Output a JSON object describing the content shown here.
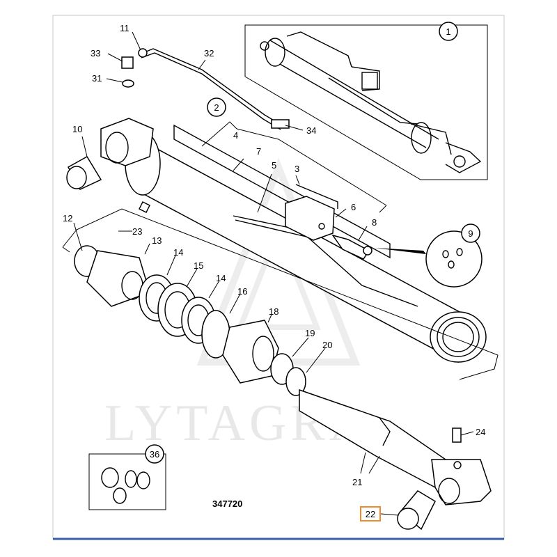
{
  "diagram": {
    "drawing_number": "347720",
    "watermark": "LYTAGRA",
    "highlighted_callout": "22",
    "highlight_color": "#f08a2c",
    "callouts": [
      {
        "id": "c1",
        "label": "1",
        "circled": true
      },
      {
        "id": "c2",
        "label": "2",
        "circled": true
      },
      {
        "id": "c3",
        "label": "3"
      },
      {
        "id": "c4",
        "label": "4"
      },
      {
        "id": "c5",
        "label": "5"
      },
      {
        "id": "c6",
        "label": "6"
      },
      {
        "id": "c7",
        "label": "7"
      },
      {
        "id": "c8",
        "label": "8"
      },
      {
        "id": "c9",
        "label": "9",
        "circled": true
      },
      {
        "id": "c10",
        "label": "10"
      },
      {
        "id": "c11",
        "label": "11"
      },
      {
        "id": "c12",
        "label": "12"
      },
      {
        "id": "c13",
        "label": "13"
      },
      {
        "id": "c14a",
        "label": "14"
      },
      {
        "id": "c14b",
        "label": "14"
      },
      {
        "id": "c15",
        "label": "15"
      },
      {
        "id": "c16",
        "label": "16"
      },
      {
        "id": "c18",
        "label": "18"
      },
      {
        "id": "c19",
        "label": "19"
      },
      {
        "id": "c20",
        "label": "20"
      },
      {
        "id": "c21",
        "label": "21"
      },
      {
        "id": "c22",
        "label": "22",
        "highlighted": true
      },
      {
        "id": "c23",
        "label": "23"
      },
      {
        "id": "c24",
        "label": "24"
      },
      {
        "id": "c31",
        "label": "31"
      },
      {
        "id": "c32",
        "label": "32"
      },
      {
        "id": "c33",
        "label": "33"
      },
      {
        "id": "c34",
        "label": "34"
      },
      {
        "id": "c36",
        "label": "36",
        "circled": true
      }
    ]
  }
}
